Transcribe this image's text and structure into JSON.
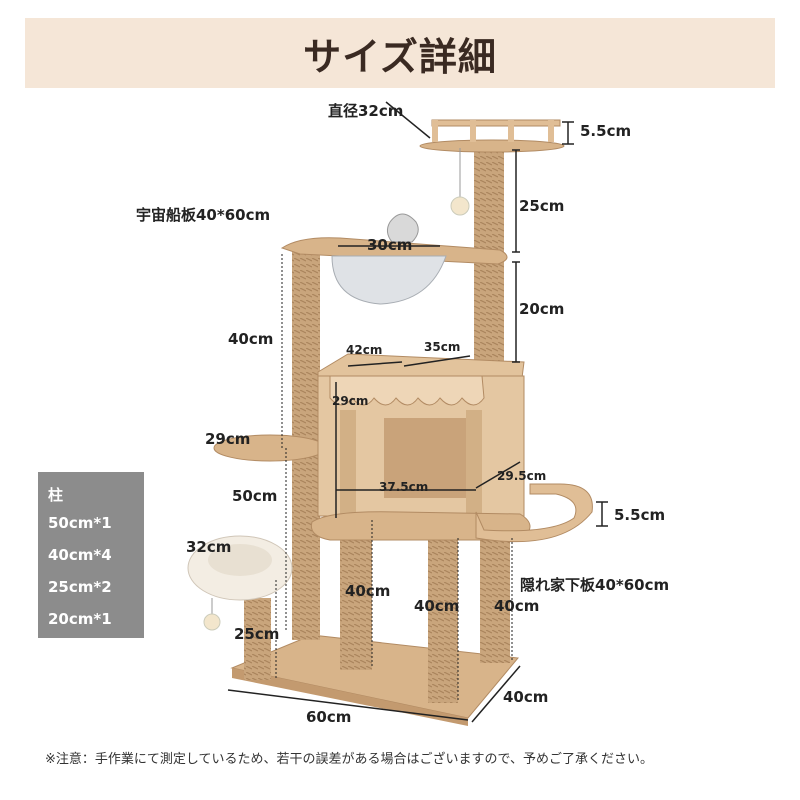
{
  "title": "サイズ詳細",
  "dimensions": {
    "top_diameter": "直径32cm",
    "top_height": "5.5cm",
    "upper_pole": "25cm",
    "spaceship_board": "宇宙船板40*60cm",
    "bowl_width": "30cm",
    "mid_pole": "20cm",
    "left_tall_pole": "40cm",
    "house_width": "42cm",
    "house_depth": "35cm",
    "house_height": "29cm",
    "small_shelf": "29cm",
    "left_pole_lower": "50cm",
    "opening_width": "37.5cm",
    "opening_depth": "29.5cm",
    "right_rim_height": "5.5cm",
    "hideaway_board": "隠れ家下板40*60cm",
    "bed_diameter": "32cm",
    "center_pole_a": "40cm",
    "center_pole_b": "40cm",
    "right_pole": "40cm",
    "bed_pole": "25cm",
    "base_width": "60cm",
    "base_depth": "40cm"
  },
  "pillars": {
    "heading": "柱",
    "items": [
      "50cm*1",
      "40cm*4",
      "25cm*2",
      "20cm*1"
    ]
  },
  "note": "※注意：手作業にて測定しているため、若干の誤差がある場合はございますので、予めご了承ください。"
}
